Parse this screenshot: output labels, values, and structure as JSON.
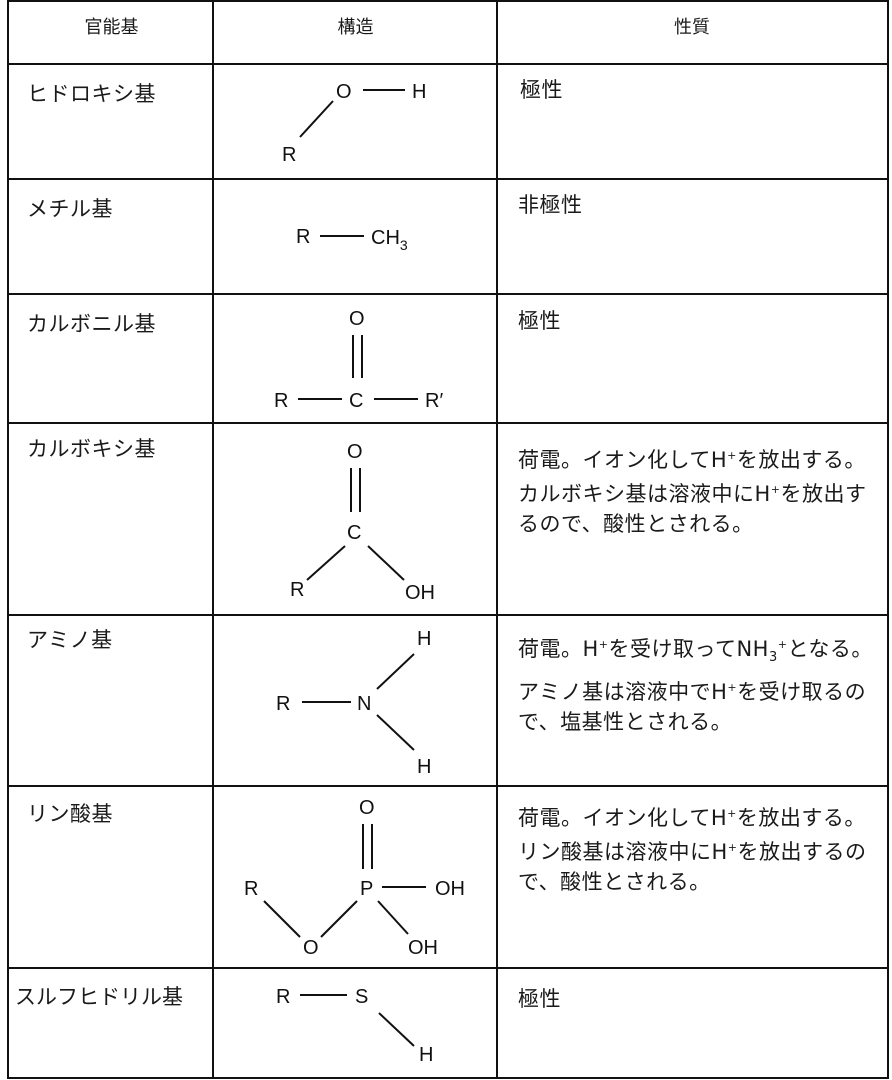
{
  "headers": {
    "group": "官能基",
    "structure": "構造",
    "property": "性質"
  },
  "rows": [
    {
      "name": "ヒドロキシ基",
      "property": "極性",
      "atoms": {
        "o": "O",
        "h": "H",
        "r": "R"
      }
    },
    {
      "name": "メチル基",
      "property": "非極性",
      "atoms": {
        "r": "R",
        "ch": "CH",
        "sub": "3"
      }
    },
    {
      "name": "カルボニル基",
      "property": "極性",
      "atoms": {
        "o": "O",
        "r": "R",
        "c": "C",
        "r2": "R′"
      }
    },
    {
      "name": "カルボキシ基",
      "property_parts": [
        "荷電。イオン化してH",
        "+",
        "を放出する。カルボキシ基は溶液中にH",
        "+",
        "を放出するので、酸性とされる。"
      ],
      "atoms": {
        "o": "O",
        "c": "C",
        "r": "R",
        "oh": "OH"
      }
    },
    {
      "name": "アミノ基",
      "property_parts": [
        "荷電。H",
        "+",
        "を受け取ってNH",
        "3",
        "+",
        "となる。アミノ基は溶液中でH",
        "+",
        "を受け取るので、塩基性とされる。"
      ],
      "atoms": {
        "h1": "H",
        "r": "R",
        "n": "N",
        "h2": "H"
      }
    },
    {
      "name": "リン酸基",
      "property_parts": [
        "荷電。イオン化してH",
        "+",
        "を放出する。リン酸基は溶液中にH",
        "+",
        "を放出するので、酸性とされる。"
      ],
      "atoms": {
        "o": "O",
        "r": "R",
        "p": "P",
        "oh1": "OH",
        "o2": "O",
        "oh2": "OH"
      }
    },
    {
      "name": "スルフヒドリル基",
      "property": "極性",
      "atoms": {
        "r": "R",
        "s": "S",
        "h": "H"
      }
    }
  ]
}
